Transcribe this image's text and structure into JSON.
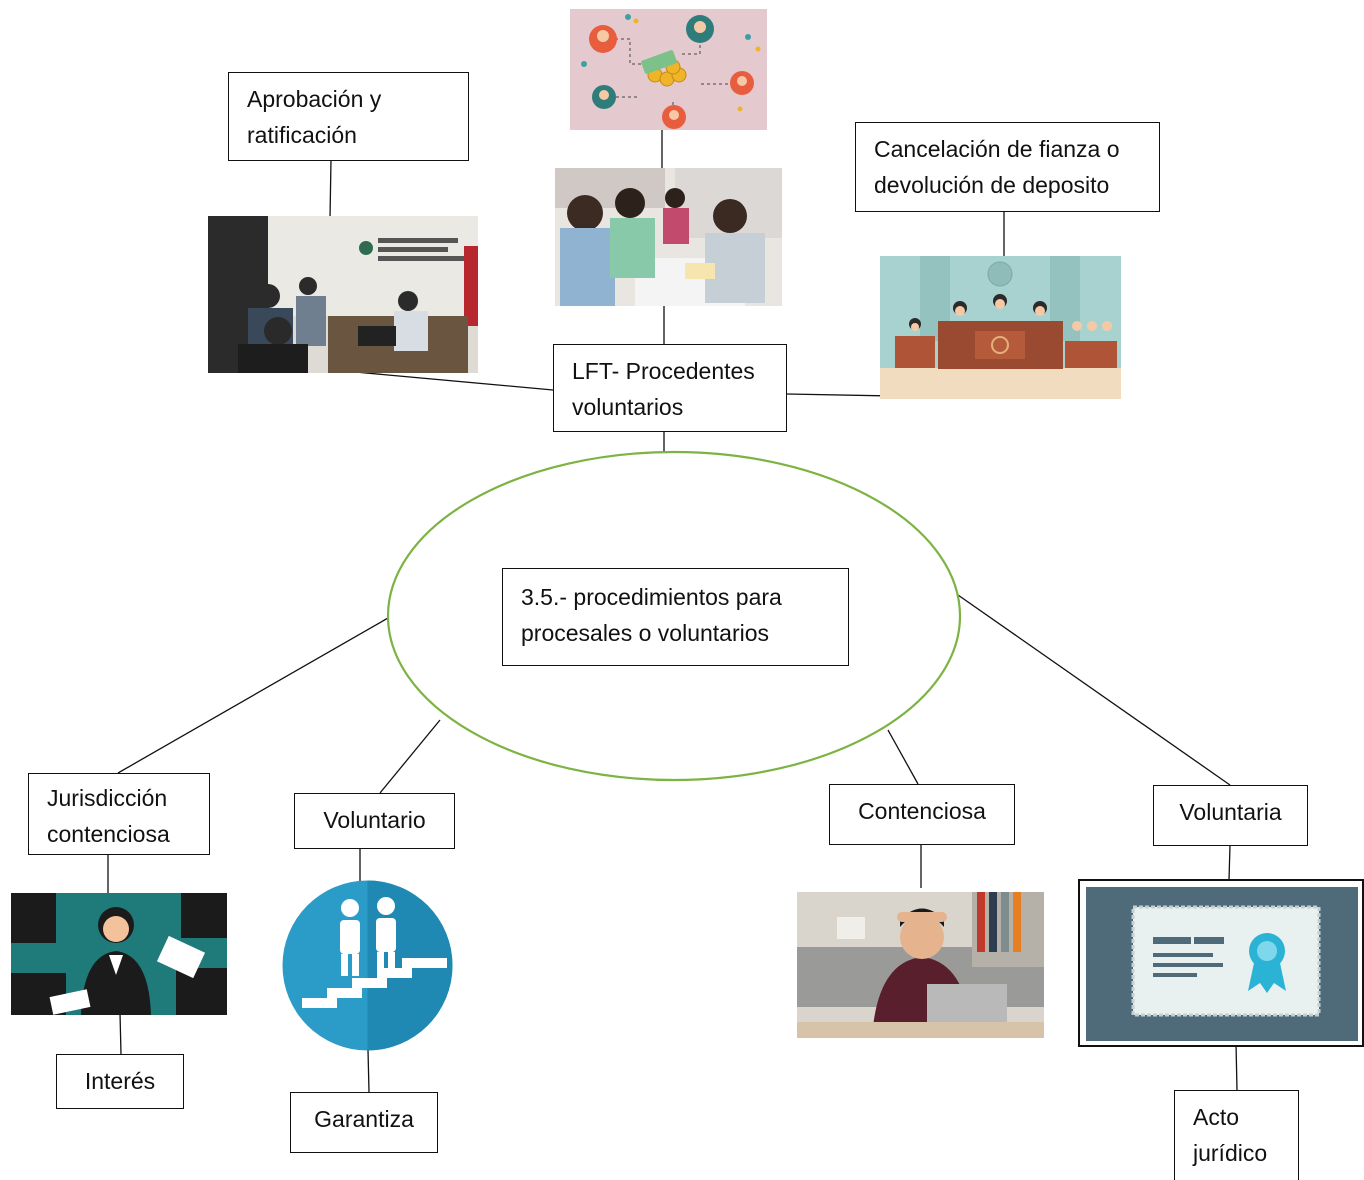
{
  "colors": {
    "ellipse_stroke": "#7cb342",
    "line": "#111111",
    "box_border": "#111111"
  },
  "central_topic": {
    "label": "3.5.- procedimientos para\nprocesales o voluntarios"
  },
  "upper_branch": {
    "hub": {
      "label": "LFT- Procedentes\nvoluntarios"
    },
    "children": [
      {
        "label": "Aprobación y\nratificación",
        "image": "labor-conciliation-office-photo"
      },
      {
        "label": "",
        "image": "people-money-network-illustration",
        "image2": "women-at-help-desk-photo"
      },
      {
        "label": "Cancelación de fianza o\ndevolución de deposito",
        "image": "courtroom-illustration"
      }
    ]
  },
  "lower_branches": [
    {
      "label": "Jurisdicción\ncontenciosa",
      "image": "arguing-office-people-illustration",
      "child": "Interés"
    },
    {
      "label": "Voluntario",
      "image": "people-on-stairs-icon",
      "child": "Garantiza"
    },
    {
      "label": "Contenciosa",
      "image": "stressed-man-laptop-photo"
    },
    {
      "label": "Voluntaria",
      "image": "certificate-document-icon",
      "child": "Acto\njurídico"
    }
  ]
}
